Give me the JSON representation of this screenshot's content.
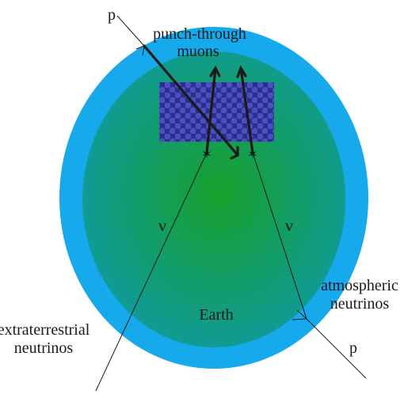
{
  "labels": {
    "p_top": "p",
    "punch_line1": "punch-through",
    "punch_line2": "muons",
    "nu_left": "ν",
    "nu_right": "ν",
    "atmo_line1": "atmospheric",
    "atmo_line2": "neutrinos",
    "earth": "Earth",
    "extra_line1": "extraterrestrial",
    "extra_line2": "neutrinos",
    "p_bottom": "p"
  },
  "colors": {
    "crust": "#16a9ec",
    "core_center": "#17a02a",
    "mantle_edge": "#0f9aa6",
    "detector": "#2a2f8c",
    "detector_dots": "#4b4fc2",
    "tracks": "#1a1a1a"
  },
  "icons": {
    "interaction_vertex": "star-icon",
    "track_head": "arrowhead-icon"
  }
}
